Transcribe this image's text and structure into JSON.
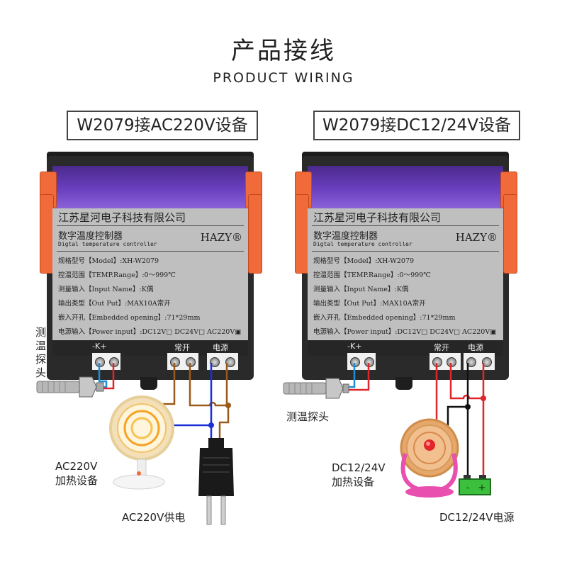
{
  "header": {
    "title_cn": "产品接线",
    "title_en": "PRODUCT WIRING"
  },
  "panels": {
    "left_label": "W2079接AC220V设备",
    "right_label": "W2079接DC12/24V设备"
  },
  "device": {
    "company": "江苏星河电子科技有限公司",
    "name_cn": "数字温度控制器",
    "name_en": "Digtal temperature controller",
    "brand": "HAZY®",
    "specs": [
      "规格型号【Model】:XH-W2079",
      "控温范围【TEMP.Range】:0～999℃",
      "测量输入【Input Name】:K偶",
      "输出类型【Out Put】:MAX10A常开",
      "嵌入开孔【Embedded opening】:71*29mm",
      "电源输入【Power input】:DC12V□ DC24V□ AC220V▣"
    ],
    "terminal_labels": {
      "sensor": "-K+",
      "relay": "常开",
      "power": "电源"
    }
  },
  "left_panel": {
    "sensor_label": "测\n温\n探\n头",
    "heater_label": "AC220V\n加热设备",
    "supply_label": "AC220V供电"
  },
  "right_panel": {
    "sensor_label": "测温探头",
    "heater_label": "DC12/24V\n加热设备",
    "supply_label": "DC12/24V电源",
    "battery_minus": "-",
    "battery_plus": "+"
  },
  "colors": {
    "wire_blue": "#1f8ed8",
    "wire_red": "#e0262a",
    "wire_brown": "#9a5a1a",
    "wire_dark_blue": "#1a2fd8",
    "wire_black": "#111111",
    "clip_orange": "#f06a3a",
    "window_purple": "#6a3fc0"
  }
}
